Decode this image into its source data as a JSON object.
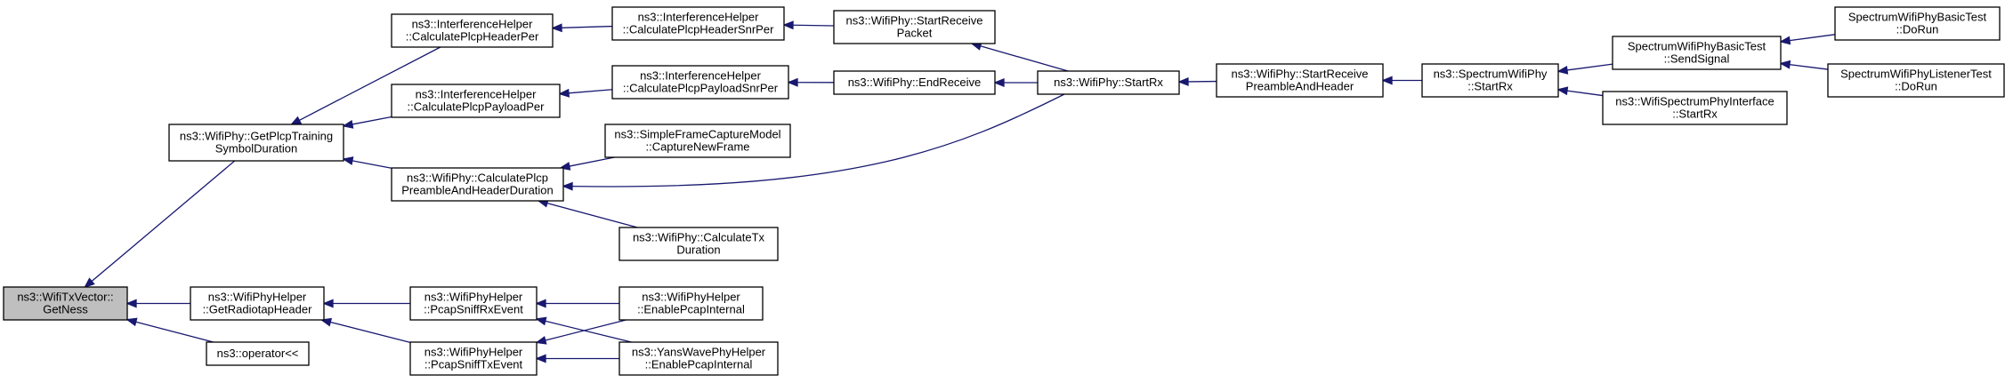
{
  "diagram": {
    "colors": {
      "edge": "#191970",
      "root_fill": "#bfbfbf",
      "node_fill": "#ffffff",
      "node_border": "#000000"
    },
    "nodes": {
      "gettness": {
        "lines": [
          "ns3::WifiTxVector::",
          "GetNess"
        ]
      },
      "getplcptsd": {
        "lines": [
          "ns3::WifiPhy::GetPlcpTraining",
          "SymbolDuration"
        ]
      },
      "getradiotap": {
        "lines": [
          "ns3::WifiPhyHelper",
          "::GetRadiotapHeader"
        ]
      },
      "operator": {
        "lines": [
          "ns3::operator<<"
        ]
      },
      "calchdrper": {
        "lines": [
          "ns3::InterferenceHelper",
          "::CalculatePlcpHeaderPer"
        ]
      },
      "calcpayper": {
        "lines": [
          "ns3::InterferenceHelper",
          "::CalculatePlcpPayloadPer"
        ]
      },
      "calcpreamble": {
        "lines": [
          "ns3::WifiPhy::CalculatePlcp",
          "PreambleAndHeaderDuration"
        ]
      },
      "pcaprx": {
        "lines": [
          "ns3::WifiPhyHelper",
          "::PcapSniffRxEvent"
        ]
      },
      "pcaptx": {
        "lines": [
          "ns3::WifiPhyHelper",
          "::PcapSniffTxEvent"
        ]
      },
      "calchdrsnr": {
        "lines": [
          "ns3::InterferenceHelper",
          "::CalculatePlcpHeaderSnrPer"
        ]
      },
      "calcpaysnr": {
        "lines": [
          "ns3::InterferenceHelper",
          "::CalculatePlcpPayloadSnrPer"
        ]
      },
      "capturenew": {
        "lines": [
          "ns3::SimpleFrameCaptureModel",
          "::CaptureNewFrame"
        ]
      },
      "calctx": {
        "lines": [
          "ns3::WifiPhy::CalculateTx",
          "Duration"
        ]
      },
      "enablewifi": {
        "lines": [
          "ns3::WifiPhyHelper",
          "::EnablePcapInternal"
        ]
      },
      "enableyans": {
        "lines": [
          "ns3::YansWavePhyHelper",
          "::EnablePcapInternal"
        ]
      },
      "startrecvpkt": {
        "lines": [
          "ns3::WifiPhy::StartReceive",
          "Packet"
        ]
      },
      "endrecv": {
        "lines": [
          "ns3::WifiPhy::EndReceive"
        ]
      },
      "startrx": {
        "lines": [
          "ns3::WifiPhy::StartRx"
        ]
      },
      "startrecvpre": {
        "lines": [
          "ns3::WifiPhy::StartReceive",
          "PreambleAndHeader"
        ]
      },
      "spectrumstartrx": {
        "lines": [
          "ns3::SpectrumWifiPhy",
          "::StartRx"
        ]
      },
      "sendsignal": {
        "lines": [
          "SpectrumWifiPhyBasicTest",
          "::SendSignal"
        ]
      },
      "ifacestartrx": {
        "lines": [
          "ns3::WifiSpectrumPhyInterface",
          "::StartRx"
        ]
      },
      "basicdorun": {
        "lines": [
          "SpectrumWifiPhyBasicTest",
          "::DoRun"
        ]
      },
      "listenerdorun": {
        "lines": [
          "SpectrumWifiPhyListenerTest",
          "::DoRun"
        ]
      }
    }
  }
}
